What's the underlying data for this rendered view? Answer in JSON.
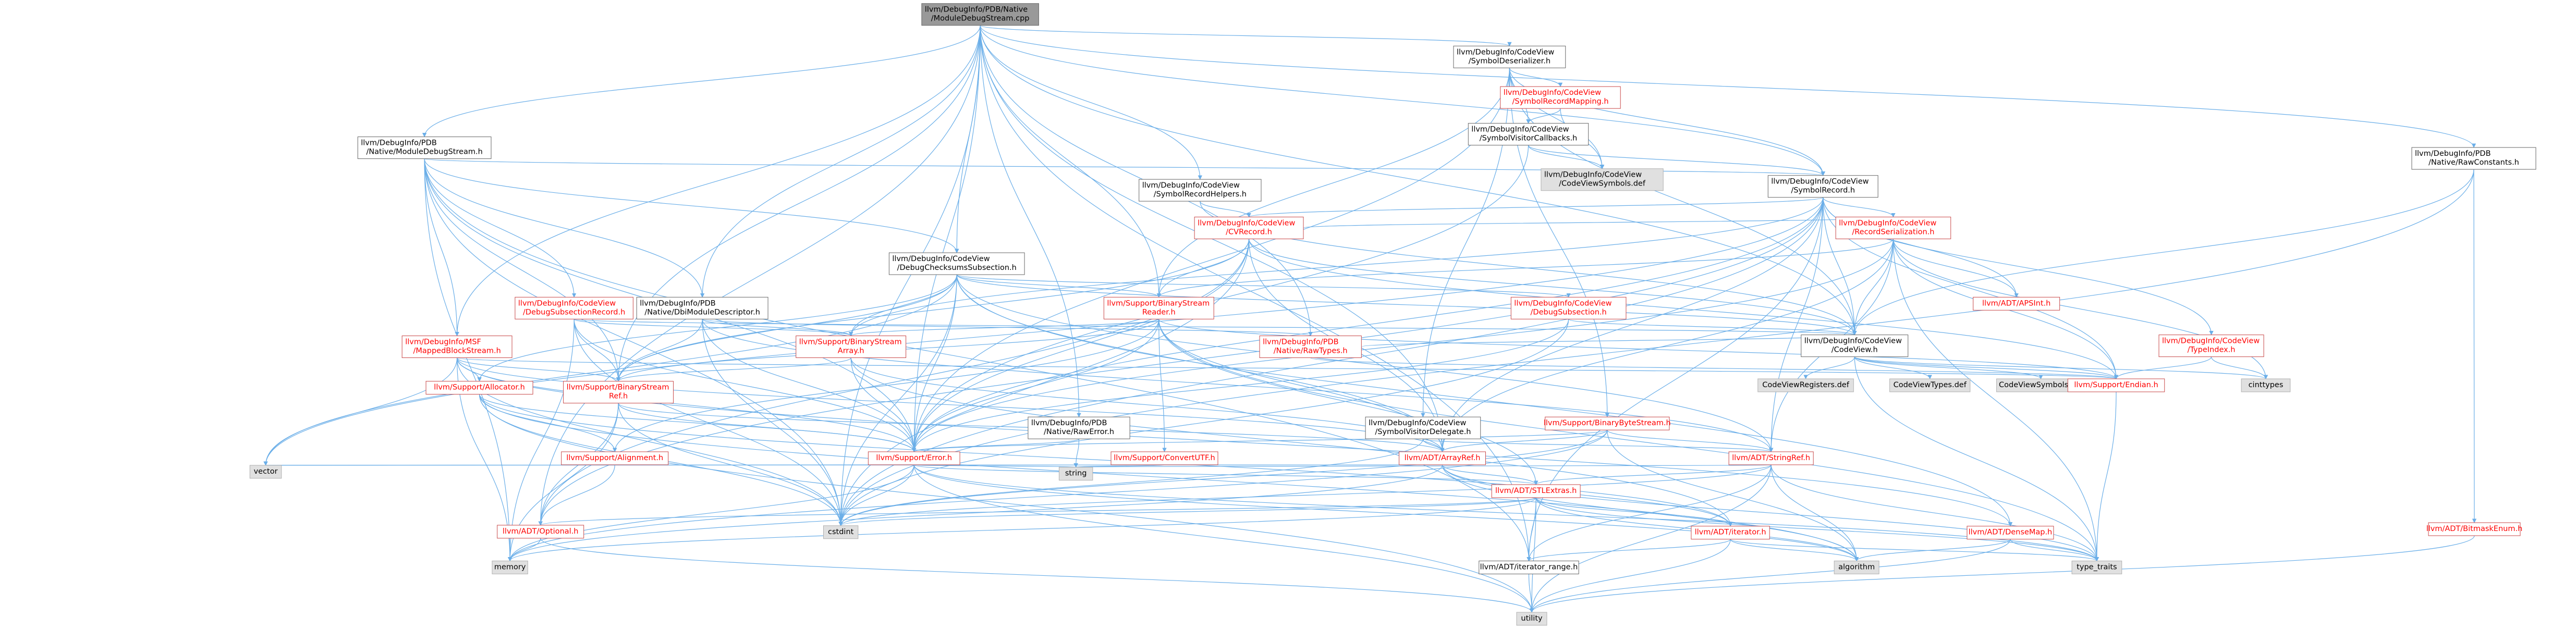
{
  "colors": {
    "edge": "#6aaee8",
    "node_border": "#c84848",
    "node_fill": "#ffffff",
    "node_text": "#ff0000",
    "plain_border": "#b0b0b0",
    "plain_fill": "#e0e0e0",
    "plain_text": "#000000",
    "root_fill": "#999999",
    "root_text": "#000000"
  },
  "nodes": [
    {
      "id": "root",
      "lines": [
        "llvm/DebugInfo/PDB/Native",
        "/ModuleDebugStream.cpp"
      ],
      "kind": "root"
    },
    {
      "id": "SymbolDeserializer",
      "lines": [
        "llvm/DebugInfo/CodeView",
        "/SymbolDeserializer.h"
      ],
      "kind": "plain-white"
    },
    {
      "id": "SymbolRecordMapping",
      "lines": [
        "llvm/DebugInfo/CodeView",
        "/SymbolRecordMapping.h"
      ],
      "kind": "red"
    },
    {
      "id": "SymbolVisitorCallbacks",
      "lines": [
        "llvm/DebugInfo/CodeView",
        "/SymbolVisitorCallbacks.h"
      ],
      "kind": "plain-white"
    },
    {
      "id": "CodeViewSymbolsDef",
      "lines": [
        "llvm/DebugInfo/CodeView",
        "/CodeViewSymbols.def"
      ],
      "kind": "gray"
    },
    {
      "id": "ModuleDebugStreamH",
      "lines": [
        "llvm/DebugInfo/PDB",
        "/Native/ModuleDebugStream.h"
      ],
      "kind": "plain-white"
    },
    {
      "id": "SymbolRecord",
      "lines": [
        "llvm/DebugInfo/CodeView",
        "/SymbolRecord.h"
      ],
      "kind": "plain-white"
    },
    {
      "id": "SymbolRecordHelpers",
      "lines": [
        "llvm/DebugInfo/CodeView",
        "/SymbolRecordHelpers.h"
      ],
      "kind": "plain-white"
    },
    {
      "id": "CVRecord",
      "lines": [
        "llvm/DebugInfo/CodeView",
        "/CVRecord.h"
      ],
      "kind": "red"
    },
    {
      "id": "DebugChecksumsSubsection",
      "lines": [
        "llvm/DebugInfo/CodeView",
        "/DebugChecksumsSubsection.h"
      ],
      "kind": "plain-white"
    },
    {
      "id": "RecordSerialization",
      "lines": [
        "llvm/DebugInfo/CodeView",
        "/RecordSerialization.h"
      ],
      "kind": "red"
    },
    {
      "id": "RawConstants",
      "lines": [
        "llvm/DebugInfo/PDB",
        "/Native/RawConstants.h"
      ],
      "kind": "plain-white"
    },
    {
      "id": "DebugSubsectionRecord",
      "lines": [
        "llvm/DebugInfo/CodeView",
        "/DebugSubsectionRecord.h"
      ],
      "kind": "red"
    },
    {
      "id": "DbiModuleDescriptor",
      "lines": [
        "llvm/DebugInfo/PDB",
        "/Native/DbiModuleDescriptor.h"
      ],
      "kind": "plain-white"
    },
    {
      "id": "BinaryStreamReader",
      "lines": [
        "llvm/Support/BinaryStream",
        "Reader.h"
      ],
      "kind": "red"
    },
    {
      "id": "DebugSubsection",
      "lines": [
        "llvm/DebugInfo/CodeView",
        "/DebugSubsection.h"
      ],
      "kind": "red"
    },
    {
      "id": "APSInt",
      "lines": [
        "llvm/ADT/APSInt.h"
      ],
      "kind": "red"
    },
    {
      "id": "CodeViewH",
      "lines": [
        "llvm/DebugInfo/CodeView",
        "/CodeView.h"
      ],
      "kind": "plain-white"
    },
    {
      "id": "TypeIndex",
      "lines": [
        "llvm/DebugInfo/CodeView",
        "/TypeIndex.h"
      ],
      "kind": "red"
    },
    {
      "id": "MappedBlockStream",
      "lines": [
        "llvm/DebugInfo/MSF",
        "/MappedBlockStream.h"
      ],
      "kind": "red"
    },
    {
      "id": "BinaryStreamArray",
      "lines": [
        "llvm/Support/BinaryStream",
        "Array.h"
      ],
      "kind": "red"
    },
    {
      "id": "RawTypes",
      "lines": [
        "llvm/DebugInfo/PDB",
        "/Native/RawTypes.h"
      ],
      "kind": "red"
    },
    {
      "id": "CodeViewRegistersDef",
      "lines": [
        "CodeViewRegisters.def"
      ],
      "kind": "gray"
    },
    {
      "id": "CodeViewTypesDef",
      "lines": [
        "CodeViewTypes.def"
      ],
      "kind": "gray"
    },
    {
      "id": "CodeViewSymbolsDef2",
      "lines": [
        "CodeViewSymbols.def"
      ],
      "kind": "gray"
    },
    {
      "id": "Endian",
      "lines": [
        "llvm/Support/Endian.h"
      ],
      "kind": "red"
    },
    {
      "id": "cinttypes",
      "lines": [
        "cinttypes"
      ],
      "kind": "gray"
    },
    {
      "id": "Allocator",
      "lines": [
        "llvm/Support/Allocator.h"
      ],
      "kind": "red"
    },
    {
      "id": "BinaryStreamRef",
      "lines": [
        "llvm/Support/BinaryStream",
        "Ref.h"
      ],
      "kind": "red"
    },
    {
      "id": "RawError",
      "lines": [
        "llvm/DebugInfo/PDB",
        "/Native/RawError.h"
      ],
      "kind": "plain-white"
    },
    {
      "id": "SymbolVisitorDelegate",
      "lines": [
        "llvm/DebugInfo/CodeView",
        "/SymbolVisitorDelegate.h"
      ],
      "kind": "plain-white"
    },
    {
      "id": "BinaryByteStream",
      "lines": [
        "llvm/Support/BinaryByteStream.h"
      ],
      "kind": "red"
    },
    {
      "id": "Alignment",
      "lines": [
        "llvm/Support/Alignment.h"
      ],
      "kind": "red"
    },
    {
      "id": "Error",
      "lines": [
        "llvm/Support/Error.h"
      ],
      "kind": "red"
    },
    {
      "id": "ConvertUTF",
      "lines": [
        "llvm/Support/ConvertUTF.h"
      ],
      "kind": "red"
    },
    {
      "id": "ArrayRef",
      "lines": [
        "llvm/ADT/ArrayRef.h"
      ],
      "kind": "red"
    },
    {
      "id": "StringRef",
      "lines": [
        "llvm/ADT/StringRef.h"
      ],
      "kind": "red"
    },
    {
      "id": "vector",
      "lines": [
        "vector"
      ],
      "kind": "gray"
    },
    {
      "id": "string",
      "lines": [
        "string"
      ],
      "kind": "gray"
    },
    {
      "id": "STLExtras",
      "lines": [
        "llvm/ADT/STLExtras.h"
      ],
      "kind": "red"
    },
    {
      "id": "Optional",
      "lines": [
        "llvm/ADT/Optional.h"
      ],
      "kind": "red"
    },
    {
      "id": "cstdint",
      "lines": [
        "cstdint"
      ],
      "kind": "gray"
    },
    {
      "id": "iterator",
      "lines": [
        "llvm/ADT/iterator.h"
      ],
      "kind": "red"
    },
    {
      "id": "DenseMap",
      "lines": [
        "llvm/ADT/DenseMap.h"
      ],
      "kind": "red"
    },
    {
      "id": "memory",
      "lines": [
        "memory"
      ],
      "kind": "gray"
    },
    {
      "id": "iterator_range",
      "lines": [
        "llvm/ADT/iterator_range.h"
      ],
      "kind": "plain-white"
    },
    {
      "id": "algorithm",
      "lines": [
        "algorithm"
      ],
      "kind": "gray"
    },
    {
      "id": "type_traits",
      "lines": [
        "type_traits"
      ],
      "kind": "gray"
    },
    {
      "id": "BitmaskEnum",
      "lines": [
        "llvm/ADT/BitmaskEnum.h"
      ],
      "kind": "red"
    },
    {
      "id": "utility",
      "lines": [
        "utility"
      ],
      "kind": "gray"
    }
  ],
  "edges": [
    [
      "root",
      "SymbolDeserializer"
    ],
    [
      "root",
      "ModuleDebugStreamH"
    ],
    [
      "root",
      "SymbolRecordHelpers"
    ],
    [
      "root",
      "DebugChecksumsSubsection"
    ],
    [
      "root",
      "DbiModuleDescriptor"
    ],
    [
      "root",
      "RawConstants"
    ],
    [
      "root",
      "RawError"
    ],
    [
      "root",
      "RawTypes"
    ],
    [
      "root",
      "MappedBlockStream"
    ],
    [
      "root",
      "BinaryStreamReader"
    ],
    [
      "root",
      "BinaryStreamRef"
    ],
    [
      "root",
      "Error"
    ],
    [
      "root",
      "ArrayRef"
    ],
    [
      "root",
      "SymbolRecord"
    ],
    [
      "root",
      "CodeViewH"
    ],
    [
      "root",
      "cstdint"
    ],
    [
      "root",
      "iterator_range"
    ],
    [
      "root",
      "Optional"
    ],
    [
      "SymbolDeserializer",
      "SymbolRecordMapping"
    ],
    [
      "SymbolDeserializer",
      "SymbolVisitorCallbacks"
    ],
    [
      "SymbolDeserializer",
      "CodeViewSymbolsDef"
    ],
    [
      "SymbolDeserializer",
      "SymbolRecord"
    ],
    [
      "SymbolDeserializer",
      "SymbolVisitorDelegate"
    ],
    [
      "SymbolDeserializer",
      "BinaryByteStream"
    ],
    [
      "SymbolDeserializer",
      "BinaryStreamReader"
    ],
    [
      "SymbolDeserializer",
      "Error"
    ],
    [
      "SymbolDeserializer",
      "CodeViewH"
    ],
    [
      "SymbolRecordMapping",
      "SymbolVisitorCallbacks"
    ],
    [
      "SymbolRecordMapping",
      "CodeViewSymbolsDef"
    ],
    [
      "SymbolVisitorCallbacks",
      "SymbolRecord"
    ],
    [
      "SymbolVisitorCallbacks",
      "CodeViewSymbolsDef"
    ],
    [
      "SymbolVisitorCallbacks",
      "Error"
    ],
    [
      "ModuleDebugStreamH",
      "SymbolRecord"
    ],
    [
      "ModuleDebugStreamH",
      "DebugChecksumsSubsection"
    ],
    [
      "ModuleDebugStreamH",
      "DebugSubsectionRecord"
    ],
    [
      "ModuleDebugStreamH",
      "DbiModuleDescriptor"
    ],
    [
      "ModuleDebugStreamH",
      "MappedBlockStream"
    ],
    [
      "ModuleDebugStreamH",
      "BinaryStreamRef"
    ],
    [
      "ModuleDebugStreamH",
      "Error"
    ],
    [
      "ModuleDebugStreamH",
      "cstdint"
    ],
    [
      "ModuleDebugStreamH",
      "memory"
    ],
    [
      "ModuleDebugStreamH",
      "iterator_range"
    ],
    [
      "SymbolRecord",
      "CVRecord"
    ],
    [
      "SymbolRecord",
      "RecordSerialization"
    ],
    [
      "SymbolRecord",
      "CodeViewH"
    ],
    [
      "SymbolRecord",
      "TypeIndex"
    ],
    [
      "SymbolRecord",
      "APSInt"
    ],
    [
      "SymbolRecord",
      "ArrayRef"
    ],
    [
      "SymbolRecord",
      "StringRef"
    ],
    [
      "SymbolRecord",
      "Optional"
    ],
    [
      "SymbolRecord",
      "iterator_range"
    ],
    [
      "SymbolRecord",
      "BinaryStreamArray"
    ],
    [
      "SymbolRecord",
      "Endian"
    ],
    [
      "SymbolRecord",
      "Error"
    ],
    [
      "SymbolRecord",
      "cstdint"
    ],
    [
      "SymbolRecord",
      "vector"
    ],
    [
      "SymbolRecordHelpers",
      "CVRecord"
    ],
    [
      "SymbolRecordHelpers",
      "CodeViewH"
    ],
    [
      "CVRecord",
      "RecordSerialization"
    ],
    [
      "CVRecord",
      "CodeViewH"
    ],
    [
      "CVRecord",
      "BinaryStreamReader"
    ],
    [
      "CVRecord",
      "BinaryStreamRef"
    ],
    [
      "CVRecord",
      "Endian"
    ],
    [
      "CVRecord",
      "Error"
    ],
    [
      "CVRecord",
      "ArrayRef"
    ],
    [
      "CVRecord",
      "Optional"
    ],
    [
      "CVRecord",
      "cstdint"
    ],
    [
      "DebugChecksumsSubsection",
      "DebugSubsection"
    ],
    [
      "DebugChecksumsSubsection",
      "CodeViewH"
    ],
    [
      "DebugChecksumsSubsection",
      "DenseMap"
    ],
    [
      "DebugChecksumsSubsection",
      "StringRef"
    ],
    [
      "DebugChecksumsSubsection",
      "ArrayRef"
    ],
    [
      "DebugChecksumsSubsection",
      "Allocator"
    ],
    [
      "DebugChecksumsSubsection",
      "BinaryStreamArray"
    ],
    [
      "DebugChecksumsSubsection",
      "BinaryStreamReader"
    ],
    [
      "DebugChecksumsSubsection",
      "BinaryStreamRef"
    ],
    [
      "DebugChecksumsSubsection",
      "Error"
    ],
    [
      "DebugChecksumsSubsection",
      "cstdint"
    ],
    [
      "DebugChecksumsSubsection",
      "vector"
    ],
    [
      "RecordSerialization",
      "APSInt"
    ],
    [
      "RecordSerialization",
      "ArrayRef"
    ],
    [
      "RecordSerialization",
      "StringRef"
    ],
    [
      "RecordSerialization",
      "CodeViewH"
    ],
    [
      "RecordSerialization",
      "BinaryStreamReader"
    ],
    [
      "RecordSerialization",
      "Endian"
    ],
    [
      "RecordSerialization",
      "Error"
    ],
    [
      "RecordSerialization",
      "cinttypes"
    ],
    [
      "RecordSerialization",
      "type_traits"
    ],
    [
      "RawConstants",
      "CodeViewH"
    ],
    [
      "RawConstants",
      "BitmaskEnum"
    ],
    [
      "RawConstants",
      "cstdint"
    ],
    [
      "DebugSubsectionRecord",
      "CodeViewH"
    ],
    [
      "DebugSubsectionRecord",
      "BinaryStreamArray"
    ],
    [
      "DebugSubsectionRecord",
      "BinaryStreamRef"
    ],
    [
      "DebugSubsectionRecord",
      "Error"
    ],
    [
      "DebugSubsectionRecord",
      "cstdint"
    ],
    [
      "DebugSubsectionRecord",
      "memory"
    ],
    [
      "DbiModuleDescriptor",
      "RawTypes"
    ],
    [
      "DbiModuleDescriptor",
      "BinaryStreamArray"
    ],
    [
      "DbiModuleDescriptor",
      "BinaryStreamRef"
    ],
    [
      "DbiModuleDescriptor",
      "Error"
    ],
    [
      "DbiModuleDescriptor",
      "StringRef"
    ],
    [
      "DbiModuleDescriptor",
      "cstdint"
    ],
    [
      "BinaryStreamReader",
      "ArrayRef"
    ],
    [
      "BinaryStreamReader",
      "STLExtras"
    ],
    [
      "BinaryStreamReader",
      "Alignment"
    ],
    [
      "BinaryStreamReader",
      "BinaryStreamArray"
    ],
    [
      "BinaryStreamReader",
      "BinaryStreamRef"
    ],
    [
      "BinaryStreamReader",
      "ConvertUTF"
    ],
    [
      "BinaryStreamReader",
      "Endian"
    ],
    [
      "BinaryStreamReader",
      "Error"
    ],
    [
      "BinaryStreamReader",
      "type_traits"
    ],
    [
      "DebugSubsection",
      "CodeViewH"
    ],
    [
      "DebugSubsection",
      "Error"
    ],
    [
      "DebugSubsection",
      "cstdint"
    ],
    [
      "CodeViewH",
      "CodeViewRegistersDef"
    ],
    [
      "CodeViewH",
      "CodeViewTypesDef"
    ],
    [
      "CodeViewH",
      "CodeViewSymbolsDef2"
    ],
    [
      "CodeViewH",
      "Endian"
    ],
    [
      "CodeViewH",
      "cinttypes"
    ],
    [
      "CodeViewH",
      "type_traits"
    ],
    [
      "TypeIndex",
      "Endian"
    ],
    [
      "TypeIndex",
      "cinttypes"
    ],
    [
      "MappedBlockStream",
      "ArrayRef"
    ],
    [
      "MappedBlockStream",
      "DenseMap"
    ],
    [
      "MappedBlockStream",
      "Allocator"
    ],
    [
      "MappedBlockStream",
      "BinaryStreamRef"
    ],
    [
      "MappedBlockStream",
      "Endian"
    ],
    [
      "MappedBlockStream",
      "Error"
    ],
    [
      "MappedBlockStream",
      "cstdint"
    ],
    [
      "MappedBlockStream",
      "memory"
    ],
    [
      "MappedBlockStream",
      "vector"
    ],
    [
      "BinaryStreamArray",
      "ArrayRef"
    ],
    [
      "BinaryStreamArray",
      "iterator"
    ],
    [
      "BinaryStreamArray",
      "BinaryStreamRef"
    ],
    [
      "BinaryStreamArray",
      "Error"
    ],
    [
      "BinaryStreamArray",
      "cassert"
    ],
    [
      "RawTypes",
      "CodeViewH"
    ],
    [
      "RawTypes",
      "Endian"
    ],
    [
      "Endian",
      "type_traits"
    ],
    [
      "Allocator",
      "Alignment"
    ],
    [
      "Allocator",
      "Error"
    ],
    [
      "Allocator",
      "algorithm"
    ],
    [
      "Allocator",
      "cstdint"
    ],
    [
      "Allocator",
      "iterator"
    ],
    [
      "Allocator",
      "utility"
    ],
    [
      "BinaryStreamRef",
      "ArrayRef"
    ],
    [
      "BinaryStreamRef",
      "Optional"
    ],
    [
      "BinaryStreamRef",
      "Error"
    ],
    [
      "BinaryStreamRef",
      "cstdint"
    ],
    [
      "BinaryStreamRef",
      "memory"
    ],
    [
      "RawError",
      "Error"
    ],
    [
      "RawError",
      "string"
    ],
    [
      "SymbolVisitorDelegate",
      "ArrayRef"
    ],
    [
      "SymbolVisitorDelegate",
      "StringRef"
    ],
    [
      "SymbolVisitorDelegate",
      "cstdint"
    ],
    [
      "BinaryByteStream",
      "ArrayRef"
    ],
    [
      "BinaryByteStream",
      "StringRef"
    ],
    [
      "BinaryByteStream",
      "Error"
    ],
    [
      "BinaryByteStream",
      "algorithm"
    ],
    [
      "BinaryByteStream",
      "cstdint"
    ],
    [
      "BinaryByteStream",
      "memory"
    ],
    [
      "Alignment",
      "Optional"
    ],
    [
      "Error",
      "STLExtras"
    ],
    [
      "Error",
      "algorithm"
    ],
    [
      "Error",
      "cstdint"
    ],
    [
      "Error",
      "memory"
    ],
    [
      "Error",
      "string"
    ],
    [
      "Error",
      "type_traits"
    ],
    [
      "Error",
      "utility"
    ],
    [
      "Error",
      "vector"
    ],
    [
      "ConvertUTF",
      "string"
    ],
    [
      "ArrayRef",
      "STLExtras"
    ],
    [
      "ArrayRef",
      "algorithm"
    ],
    [
      "ArrayRef",
      "iterator"
    ],
    [
      "ArrayRef",
      "memory"
    ],
    [
      "ArrayRef",
      "type_traits"
    ],
    [
      "ArrayRef",
      "vector"
    ],
    [
      "StringRef",
      "STLExtras"
    ],
    [
      "StringRef",
      "iterator_range"
    ],
    [
      "StringRef",
      "algorithm"
    ],
    [
      "StringRef",
      "cstdint"
    ],
    [
      "StringRef",
      "string"
    ],
    [
      "StringRef",
      "type_traits"
    ],
    [
      "StringRef",
      "utility"
    ],
    [
      "STLExtras",
      "Optional"
    ],
    [
      "STLExtras",
      "iterator"
    ],
    [
      "STLExtras",
      "iterator_range"
    ],
    [
      "STLExtras",
      "algorithm"
    ],
    [
      "STLExtras",
      "cstdint"
    ],
    [
      "STLExtras",
      "memory"
    ],
    [
      "STLExtras",
      "type_traits"
    ],
    [
      "STLExtras",
      "utility"
    ],
    [
      "Optional",
      "memory"
    ],
    [
      "Optional",
      "utility"
    ],
    [
      "iterator",
      "iterator_range"
    ],
    [
      "iterator",
      "algorithm"
    ],
    [
      "iterator",
      "type_traits"
    ],
    [
      "iterator",
      "utility"
    ],
    [
      "DenseMap",
      "algorithm"
    ],
    [
      "DenseMap",
      "type_traits"
    ],
    [
      "DenseMap",
      "utility"
    ],
    [
      "iterator_range",
      "utility"
    ],
    [
      "BitmaskEnum",
      "utility"
    ]
  ]
}
